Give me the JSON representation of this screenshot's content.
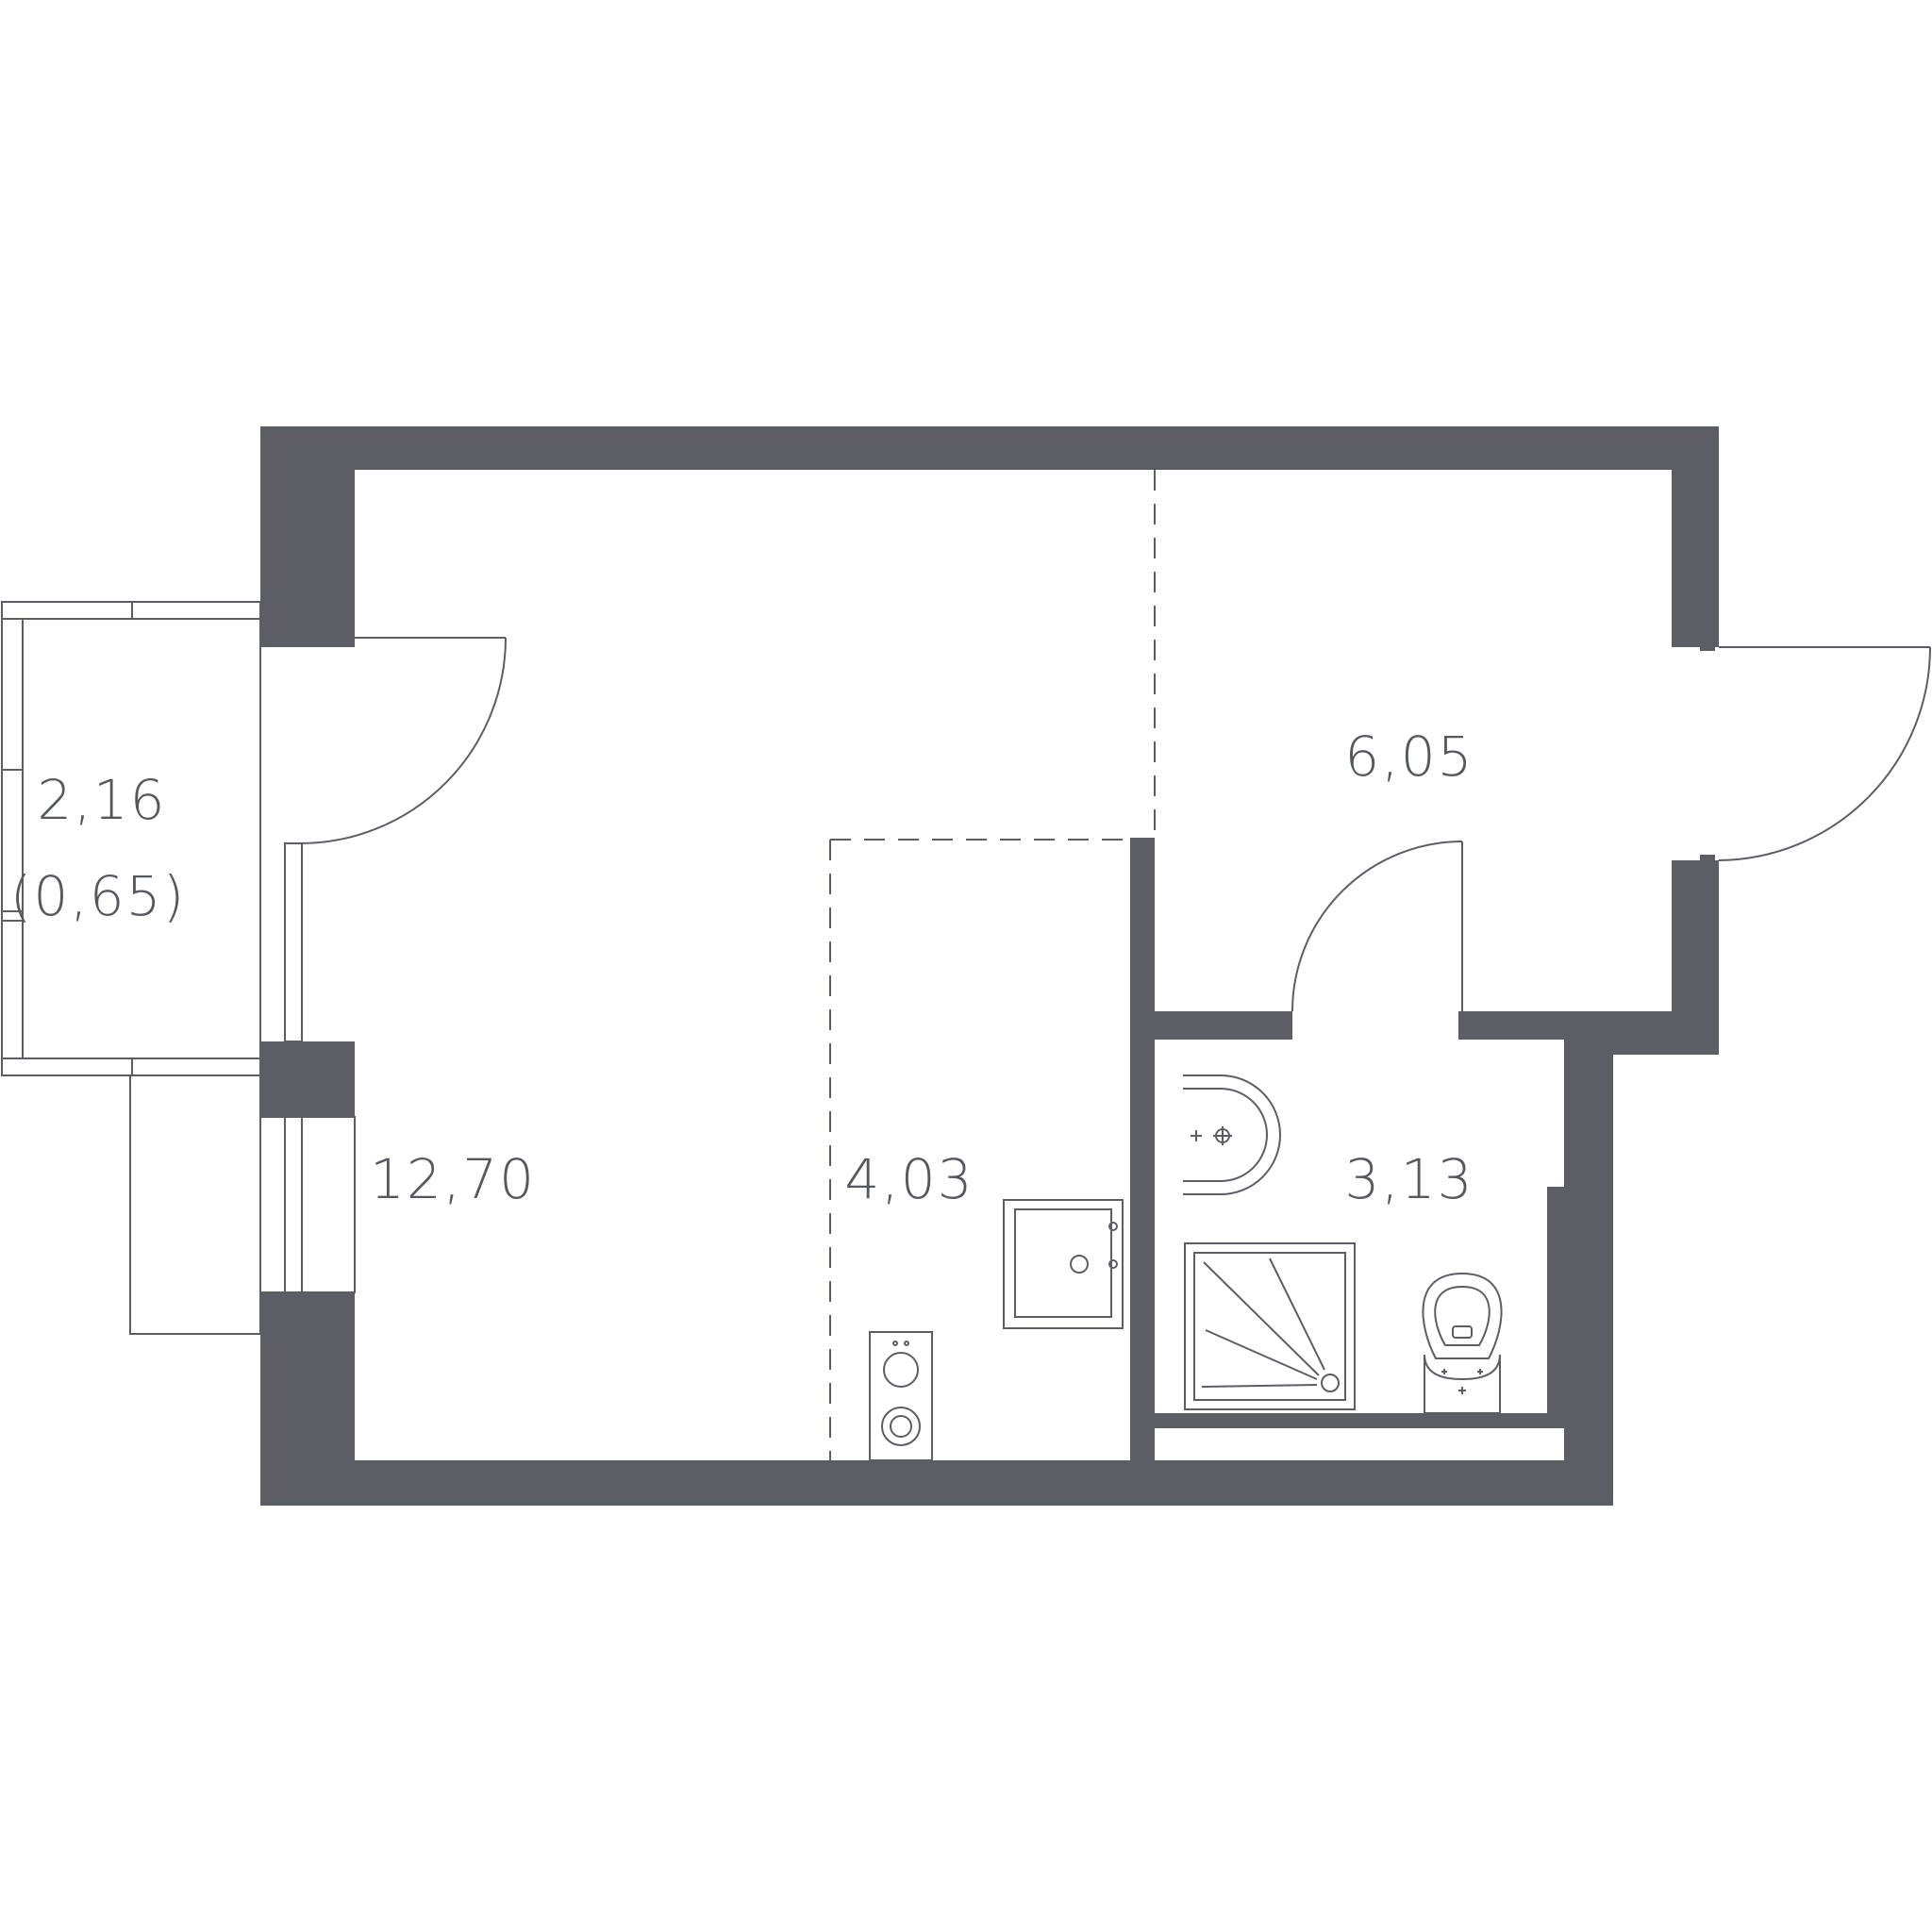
{
  "colors": {
    "wall": "#5b5e65",
    "background": "#ffffff",
    "text": "#55585f"
  },
  "rooms": {
    "loggia": {
      "area": "2,16",
      "reduced_area": "(0,65)"
    },
    "living": {
      "area": "12,70"
    },
    "kitchen": {
      "area": "4,03"
    },
    "hallway": {
      "area": "6,05"
    },
    "bathroom": {
      "area": "3,13"
    }
  },
  "fixtures": [
    "washbasin-icon",
    "shower-tray-icon",
    "toilet-icon",
    "kitchen-sink-icon",
    "cooktop-icon"
  ]
}
